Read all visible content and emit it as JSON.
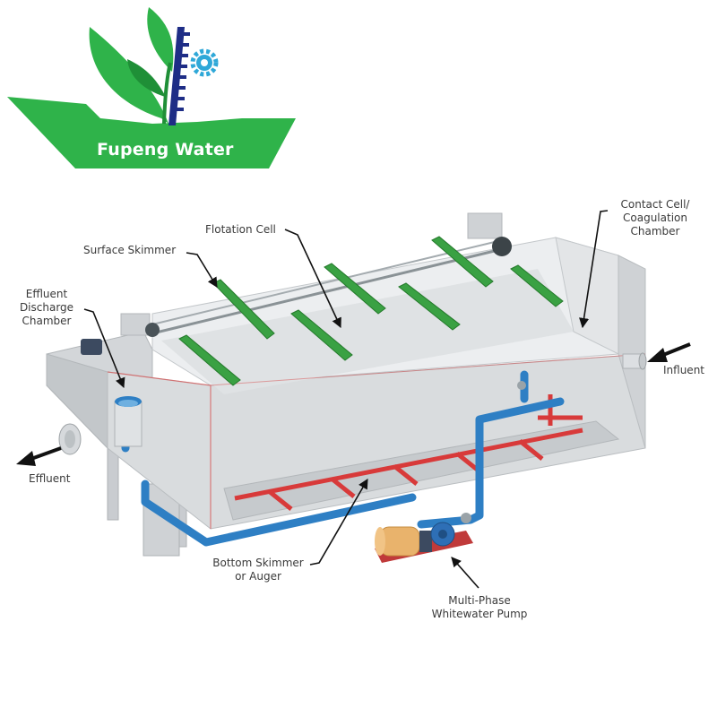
{
  "brand": {
    "name": "Fupeng Water",
    "colors": {
      "green": "#2fb34a",
      "dark_green": "#1f8f37",
      "navy": "#1e2d86",
      "gear_blue": "#2fa8d8"
    }
  },
  "labels": {
    "flotation_cell": "Flotation Cell",
    "surface_skimmer": "Surface Skimmer",
    "contact_cell": [
      "Contact Cell/",
      "Coagulation",
      "Chamber"
    ],
    "effluent_discharge": [
      "Effluent",
      "Discharge",
      "Chamber"
    ],
    "influent": "Influent",
    "effluent": "Effluent",
    "bottom_skimmer": [
      "Bottom Skimmer",
      "or Auger"
    ],
    "pump": [
      "Multi-Phase",
      "Whitewater Pump"
    ]
  },
  "colors": {
    "tank": "#d9dcde",
    "tank_dark": "#c3c7ca",
    "tank_light": "#eceef0",
    "skimmer_green": "#3aa143",
    "pipe_blue": "#2e7fc4",
    "manifold_red": "#d83a3a",
    "pump_tan": "#e9b36c",
    "label_text": "#3a3a3a"
  }
}
